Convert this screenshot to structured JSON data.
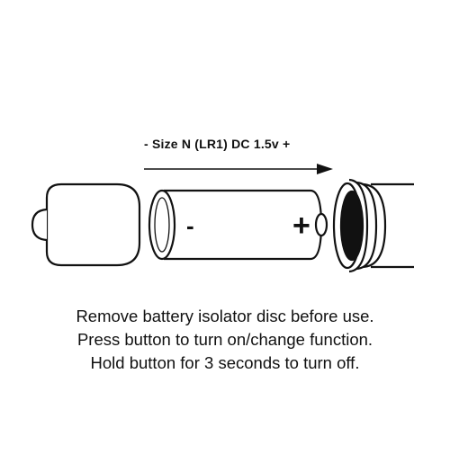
{
  "battery": {
    "size_label": "- Size N (LR1) DC 1.5v +",
    "minus_sign": "-",
    "plus_sign": "+"
  },
  "instructions": [
    "Remove battery isolator disc before use.",
    "Press button to turn on/change function.",
    "Hold button for 3 seconds to turn off."
  ]
}
